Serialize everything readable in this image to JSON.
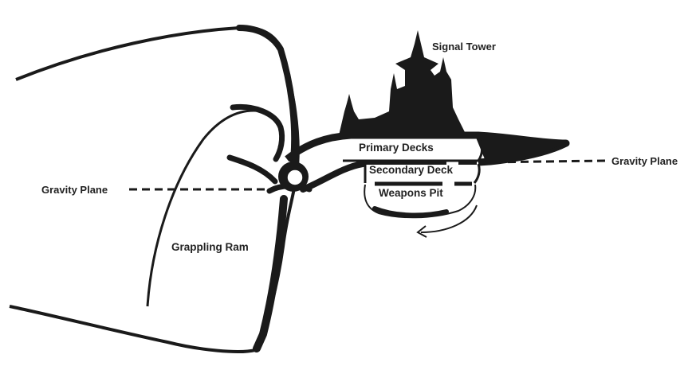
{
  "diagram": {
    "labels": {
      "signal_tower": "Signal Tower",
      "primary_decks": "Primary Decks",
      "secondary_deck": "Secondary Deck",
      "weapons_pit": "Weapons Pit",
      "gravity_plane_left": "Gravity Plane",
      "gravity_plane_right": "Gravity Plane",
      "grappling_ram": "Grappling Ram"
    },
    "colors": {
      "ink": "#1a1a1a",
      "background": "#ffffff"
    }
  }
}
